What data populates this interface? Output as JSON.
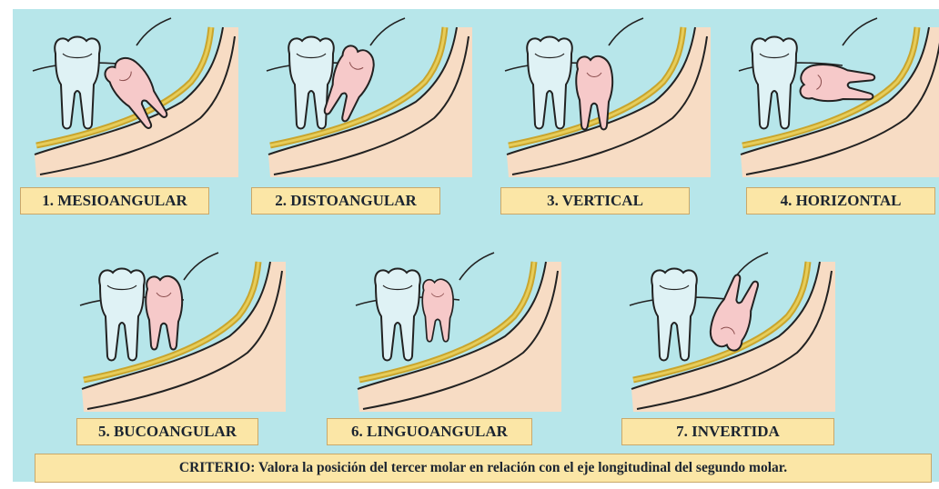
{
  "panels": [
    {
      "label": "1. MESIOANGULAR"
    },
    {
      "label": "2. DISTOANGULAR"
    },
    {
      "label": "3.  VERTICAL"
    },
    {
      "label": "4. HORIZONTAL"
    },
    {
      "label": "5. BUCOANGULAR"
    },
    {
      "label": "6. LINGUOANGULAR"
    },
    {
      "label": "7. INVERTIDA"
    }
  ],
  "criteria": "CRITERIO: Valora la posición del tercer molar  en relación con el eje longitudinal del segundo molar.",
  "colors": {
    "background": "#b7e6ea",
    "gum": "#f7dcc4",
    "canal": "#e0c14a",
    "second_molar": "#dff2f5",
    "third_molar": "#f6c9c9",
    "label_fill": "#fbe6a6"
  }
}
